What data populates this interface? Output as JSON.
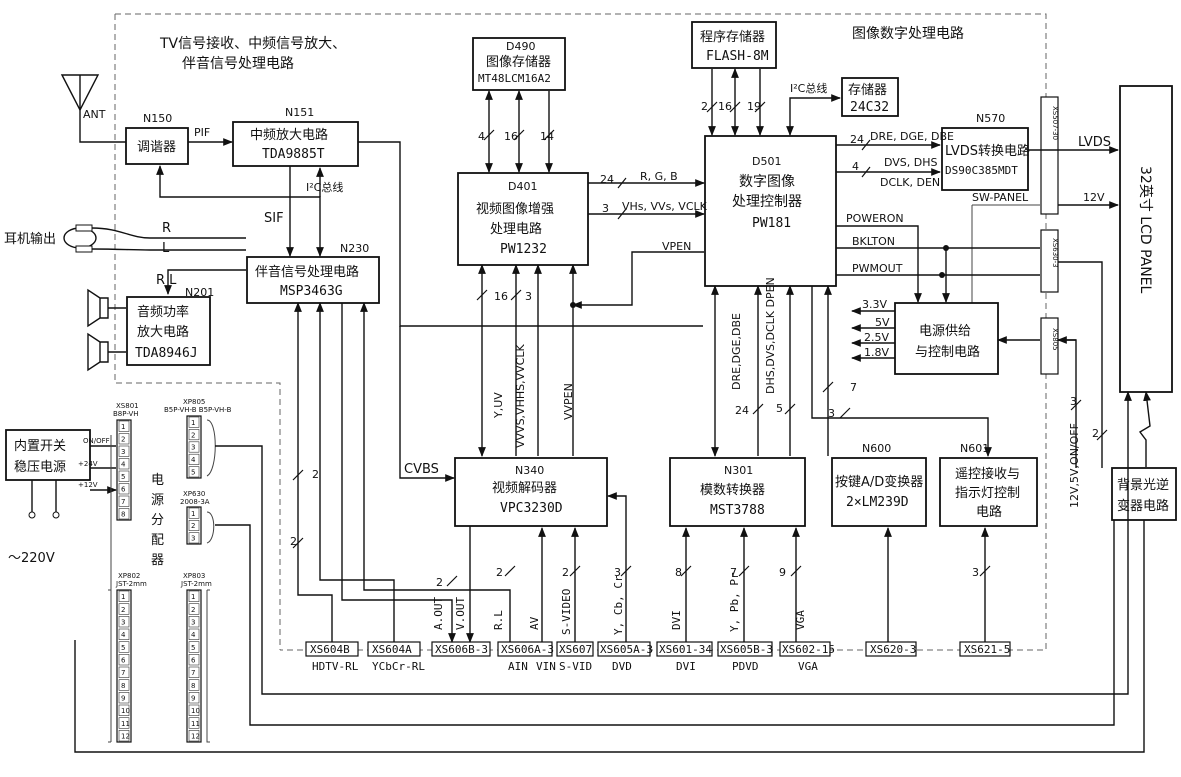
{
  "sections": {
    "tv": [
      "TV信号接收、中频信号放大、",
      "伴音信号处理电路"
    ],
    "digital": "图像数字处理电路"
  },
  "blocks": {
    "ant": "ANT",
    "tuner": {
      "id": "N150",
      "l1": "调谐器"
    },
    "n151": {
      "id": "N151",
      "l1": "中频放大电路",
      "l2": "TDA9885T"
    },
    "n230": {
      "id": "N230",
      "l1": "伴音信号处理电路",
      "l2": "MSP3463G"
    },
    "n201": {
      "id": "N201",
      "l1": "音频功率",
      "l2": "放大电路",
      "l3": "TDA8946J"
    },
    "d490": {
      "id": "D490",
      "l1": "图像存储器",
      "l2": "MT48LCM16A2"
    },
    "d401": {
      "id": "D401",
      "l1": "视频图像增强",
      "l2": "处理电路",
      "l3": "PW1232"
    },
    "flash": {
      "l1": "程序存储器",
      "l2": "FLASH-8M"
    },
    "eeprom": {
      "l1": "存储器",
      "l2": "24C32"
    },
    "d501": {
      "id": "D501",
      "l1": "数字图像",
      "l2": "处理控制器",
      "l3": "PW181"
    },
    "n570": {
      "id": "N570",
      "l1": "LVDS转换电路",
      "l2": "DS90C385MDT"
    },
    "lcd": "32英寸  LCD PANEL",
    "power_ctrl": {
      "l1": "电源供给",
      "l2": "与控制电路"
    },
    "n340": {
      "id": "N340",
      "l1": "视频解码器",
      "l2": "VPC3230D"
    },
    "n301": {
      "id": "N301",
      "l1": "模数转换器",
      "l2": "MST3788"
    },
    "n600": {
      "id": "N600",
      "l1": "按键A/D变换器",
      "l2": "2×LM239D"
    },
    "n601": {
      "id": "N601",
      "l1": "遥控接收与",
      "l2": "指示灯控制",
      "l3": "电路"
    },
    "psu": {
      "l1": "内置开关",
      "l2": "稳压电源"
    },
    "backlight": {
      "l1": "背景光逆",
      "l2": "变器电路"
    },
    "distributor": [
      "电",
      "源",
      "分",
      "配",
      "器"
    ]
  },
  "signals": {
    "pif": "PIF",
    "sif": "SIF",
    "i2c": "I²C总线",
    "i2c2": "I²C总线",
    "r": "R",
    "l": "L",
    "rl": "R  L",
    "earphone": "耳机输出",
    "rgb": "R, G, B",
    "vhs": "VHs, VVs, VCLK",
    "vpen": "VPEN",
    "dre_top": "DRE, DGE, DBE",
    "dvs_top": "DVS, DHS",
    "dclk": "DCLK, DEN",
    "lvds": "LVDS",
    "sw_panel": "SW-PANEL",
    "v12": "12V",
    "poweron": "POWERON",
    "bklton": "BKLTON",
    "pwmout": "PWMOUT",
    "v33": "3.3V",
    "v5": "5V",
    "v25": "2.5V",
    "v18": "1.8V",
    "yuv": "Y,UV",
    "vvs_vhs": "VVVS,VHHS,VVCLK",
    "vvpen": "VVPEN",
    "dre_vert": "DRE,DGE,DBE",
    "dhs_vert": "DHS,DVS,DCLK DPEN",
    "cvbs": "CVBS",
    "onoff": "ON/OFF",
    "p24v": "+24V",
    "p12v": "+12V",
    "v220": "～220V",
    "side_power": "12V,5V,ON/OFF",
    "aout": "A.OUT",
    "vout": "V.OUT",
    "rl2": "R.L",
    "av": "AV",
    "svideo": "S-VIDEO",
    "ycbcr": "Y, Cb, Cr",
    "dvi": "DVI",
    "ypbpr": "Y, Pb, Pr",
    "vga": "VGA"
  },
  "bus_widths": {
    "d490_a": "4",
    "d490_b": "16",
    "d490_c": "14",
    "flash_a": "2",
    "flash_b": "16",
    "flash_c": "19",
    "rgb": "24",
    "vhs": "3",
    "dre": "24",
    "dvs": "4",
    "d401_a": "16",
    "d401_b": "3",
    "n301_a": "24",
    "n301_b": "5",
    "n600_a": "7",
    "n600_b": "3",
    "hdtv": "2",
    "ycbcr_l": "2",
    "aout_v": "2",
    "rl": "2",
    "svideo": "2",
    "dvd": "3",
    "dvi": "8",
    "pdvd": "7",
    "vga": "9",
    "n601": "3",
    "side_a": "3",
    "side_b": "2"
  },
  "connectors": {
    "xs507": "XS507-30",
    "xs630": "XS630-3",
    "xs805": "XS805",
    "xs801": {
      "title": "XS801",
      "sub": "B8P-VH"
    },
    "xp805": {
      "title": "XP805",
      "sub": "B5P-VH-B B5P-VH-B"
    },
    "xp630": {
      "title": "XP630",
      "sub": "2008-3A"
    },
    "xp802": {
      "title": "XP802",
      "sub": "JST-2mm"
    },
    "xp803": {
      "title": "XP803",
      "sub": "JST-2mm"
    }
  },
  "inputs": [
    {
      "conn": "XS604B",
      "label": "HDTV-RL"
    },
    {
      "conn": "XS604A",
      "label": "YCbCr-RL"
    },
    {
      "conn": "XS606B-3",
      "label": ""
    },
    {
      "conn": "XS606A-3",
      "label": "AIN"
    },
    {
      "conn": "XS607",
      "label": "VIN"
    },
    {
      "conn": "XS605A-3",
      "label": "S-VID"
    },
    {
      "conn": "XS601-34",
      "label": "DVD"
    },
    {
      "conn": "XS605B-3",
      "label": "DVI"
    },
    {
      "conn": "XS602-15",
      "label": "PDVD"
    },
    {
      "conn": "XS620-3",
      "label": "VGA"
    },
    {
      "conn": "XS621-5",
      "label": ""
    }
  ]
}
